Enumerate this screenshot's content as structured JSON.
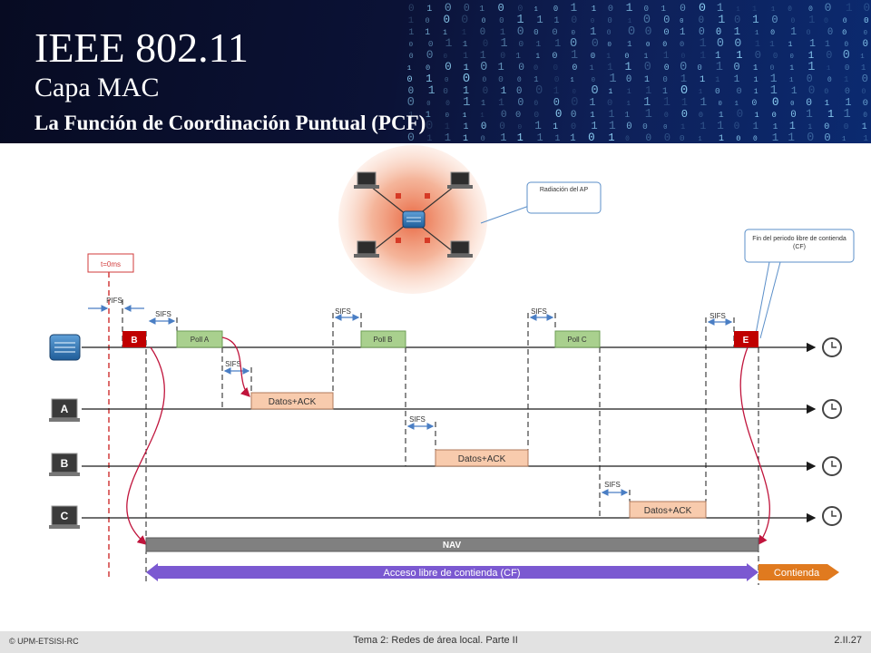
{
  "header": {
    "title": "IEEE 802.11",
    "subtitle": "Capa MAC",
    "section": "La Función de Coordinación Puntual (PCF)"
  },
  "callouts": {
    "ap_radiation": "Radiación del AP",
    "cf_end": "Fin del periodo libre de contienda (CF)"
  },
  "timeline": {
    "t0": "t=0ms",
    "pifs": "PIFS",
    "sifs": "SIFS",
    "frames": {
      "beacon": "B",
      "poll_a": "Poll A",
      "poll_b": "Poll B",
      "poll_c": "Poll C",
      "cf_end": "E",
      "data_ack": "Datos+ACK"
    },
    "stations": [
      "A",
      "B",
      "C"
    ],
    "nav": "NAV",
    "cf_access": "Acceso libre de contienda (CF)",
    "contention": "Contienda"
  },
  "footer": {
    "copyright": "© UPM-ETSISI-RC",
    "course": "Tema 2: Redes de área local. Parte II",
    "page": "2.II.27"
  },
  "colors": {
    "header_bg": "#0b1236",
    "beacon": "#c00000",
    "poll": "#a9d08e",
    "data": "#f8cbad",
    "nav": "#808080",
    "cf_arrow": "#7b59d1",
    "contention_arrow": "#e07a1f",
    "timeline_arrow": "#c0143c"
  }
}
